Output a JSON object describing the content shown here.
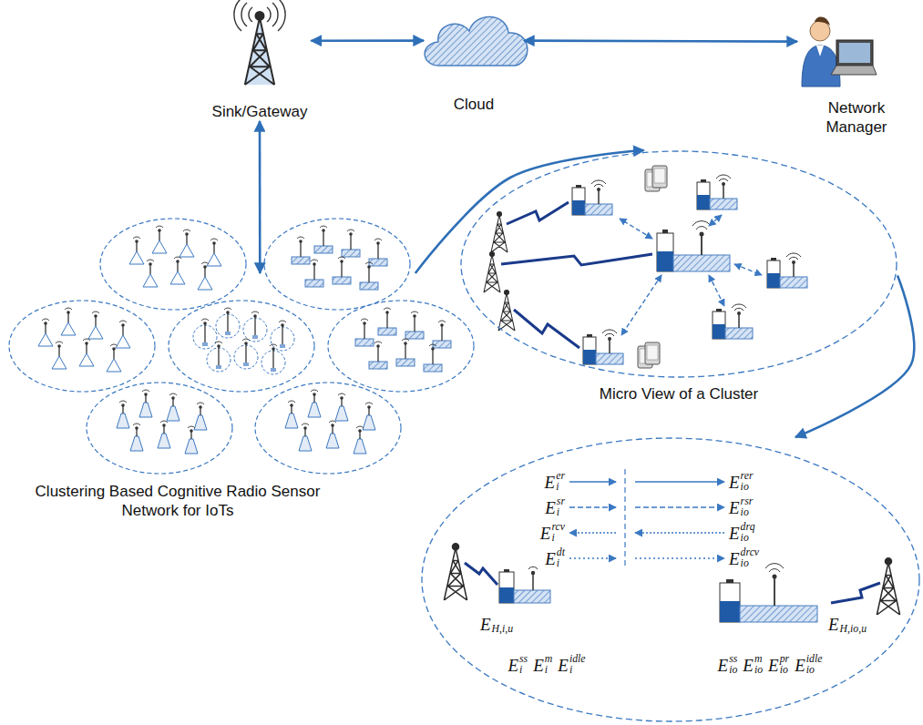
{
  "diagram": {
    "nodes": [
      {
        "text": [
          "Sink/Gateway"
        ]
      },
      {
        "text": [
          "Cloud"
        ]
      },
      {
        "text": [
          "Network Manager"
        ]
      },
      {
        "text": [
          "Clustering Based Cognitive Radio Sensor Network for IoTs"
        ]
      },
      {
        "text": [
          "Micro View of a Cluster"
        ]
      },
      {
        "text": [
          "E_{i}^{er}",
          "E_{io}^{rer}",
          "E_{i}^{sr}",
          "E_{io}^{rsr}",
          "E_{i}^{rcv}",
          "E_{io}^{drq}",
          "E_{i}^{dt}",
          "E_{io}^{drcv}",
          "E_{H,i,u}",
          "E_{H,io,u}",
          "E_{i}^{ss} E_{i}^{m} E_{i}^{idle}",
          "E_{io}^{ss} E_{io}^{m} E_{io}^{pr} E_{io}^{idle}"
        ]
      }
    ],
    "edges": [
      {
        "from": 0,
        "to": 1,
        "arrow": "both"
      },
      {
        "from": 1,
        "to": 2,
        "arrow": "both"
      },
      {
        "from": 0,
        "to": 3,
        "arrow": "both"
      },
      {
        "from": 3,
        "to": 4,
        "arrow": "to"
      },
      {
        "from": 4,
        "to": 5,
        "arrow": "to"
      }
    ]
  }
}
